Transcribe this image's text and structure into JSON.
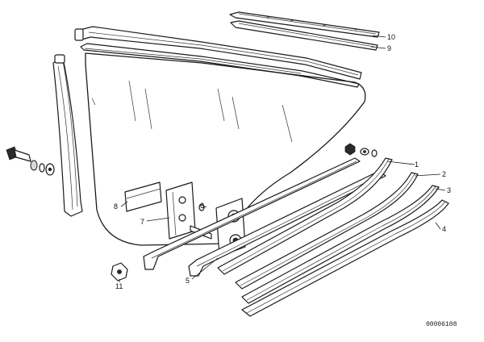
{
  "diagram": {
    "drawing_number": "00006108",
    "callouts": [
      "1",
      "2",
      "3",
      "4",
      "5",
      "6",
      "7",
      "8",
      "9",
      "10",
      "11"
    ]
  }
}
